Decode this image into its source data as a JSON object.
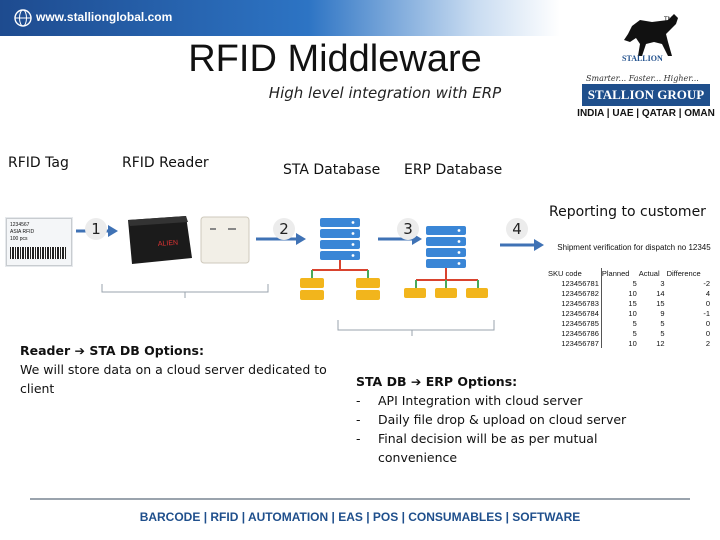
{
  "header": {
    "url": "www.stallionglobal.com",
    "title": "RFID Middleware",
    "subtitle": "High level integration with ERP"
  },
  "logo": {
    "brand_small": "STALLION",
    "tagline": "Smarter... Faster... Higher...",
    "group": "STALLION GROUP",
    "countries": "INDIA | UAE | QATAR | OMAN",
    "tm": "TM"
  },
  "columns": {
    "tag": "RFID Tag",
    "reader": "RFID Reader",
    "sta_db": "STA Database",
    "erp_db": "ERP Database",
    "reporting": "Reporting to customer"
  },
  "steps": [
    "1",
    "2",
    "3",
    "4"
  ],
  "tag_label": {
    "line1": "1234567",
    "line2": "ASIA RFID",
    "line3": "100 pcs"
  },
  "shipment": {
    "caption": "Shipment verification for dispatch no 12345",
    "headers": [
      "SKU code",
      "Planned",
      "Actual",
      "Difference"
    ],
    "rows": [
      [
        "123456781",
        "5",
        "3",
        "-2"
      ],
      [
        "123456782",
        "10",
        "14",
        "4"
      ],
      [
        "123456783",
        "15",
        "15",
        "0"
      ],
      [
        "123456784",
        "10",
        "9",
        "-1"
      ],
      [
        "123456785",
        "5",
        "5",
        "0"
      ],
      [
        "123456786",
        "5",
        "5",
        "0"
      ],
      [
        "123456787",
        "10",
        "12",
        "2"
      ]
    ]
  },
  "reader_options": {
    "title": "STA DB Options:",
    "title_prefix": "Reader",
    "body": "We will store data on a cloud server dedicated to client"
  },
  "erp_options": {
    "title": "STA DB",
    "title_suffix": "ERP Options:",
    "items": [
      "API Integration with cloud server",
      "Daily file drop & upload on cloud server",
      "Final decision will be as per mutual convenience"
    ]
  },
  "footer": "BARCODE | RFID | AUTOMATION | EAS | POS | CONSUMABLES | SOFTWARE",
  "colors": {
    "header_blue": "#1e4b8f",
    "arrow_blue": "#3f72b5",
    "server_blue": "#3a86d6",
    "db_gold": "#f2b51c",
    "connector_red": "#d9432e",
    "connector_green": "#4aa85a",
    "footer_blue": "#1f4f8c"
  },
  "icons": [
    "globe-icon",
    "horse-logo-icon",
    "rfid-tag-image",
    "rfid-reader-icon",
    "antenna-icon",
    "server-icon",
    "database-icon",
    "arrow-right-icon"
  ]
}
